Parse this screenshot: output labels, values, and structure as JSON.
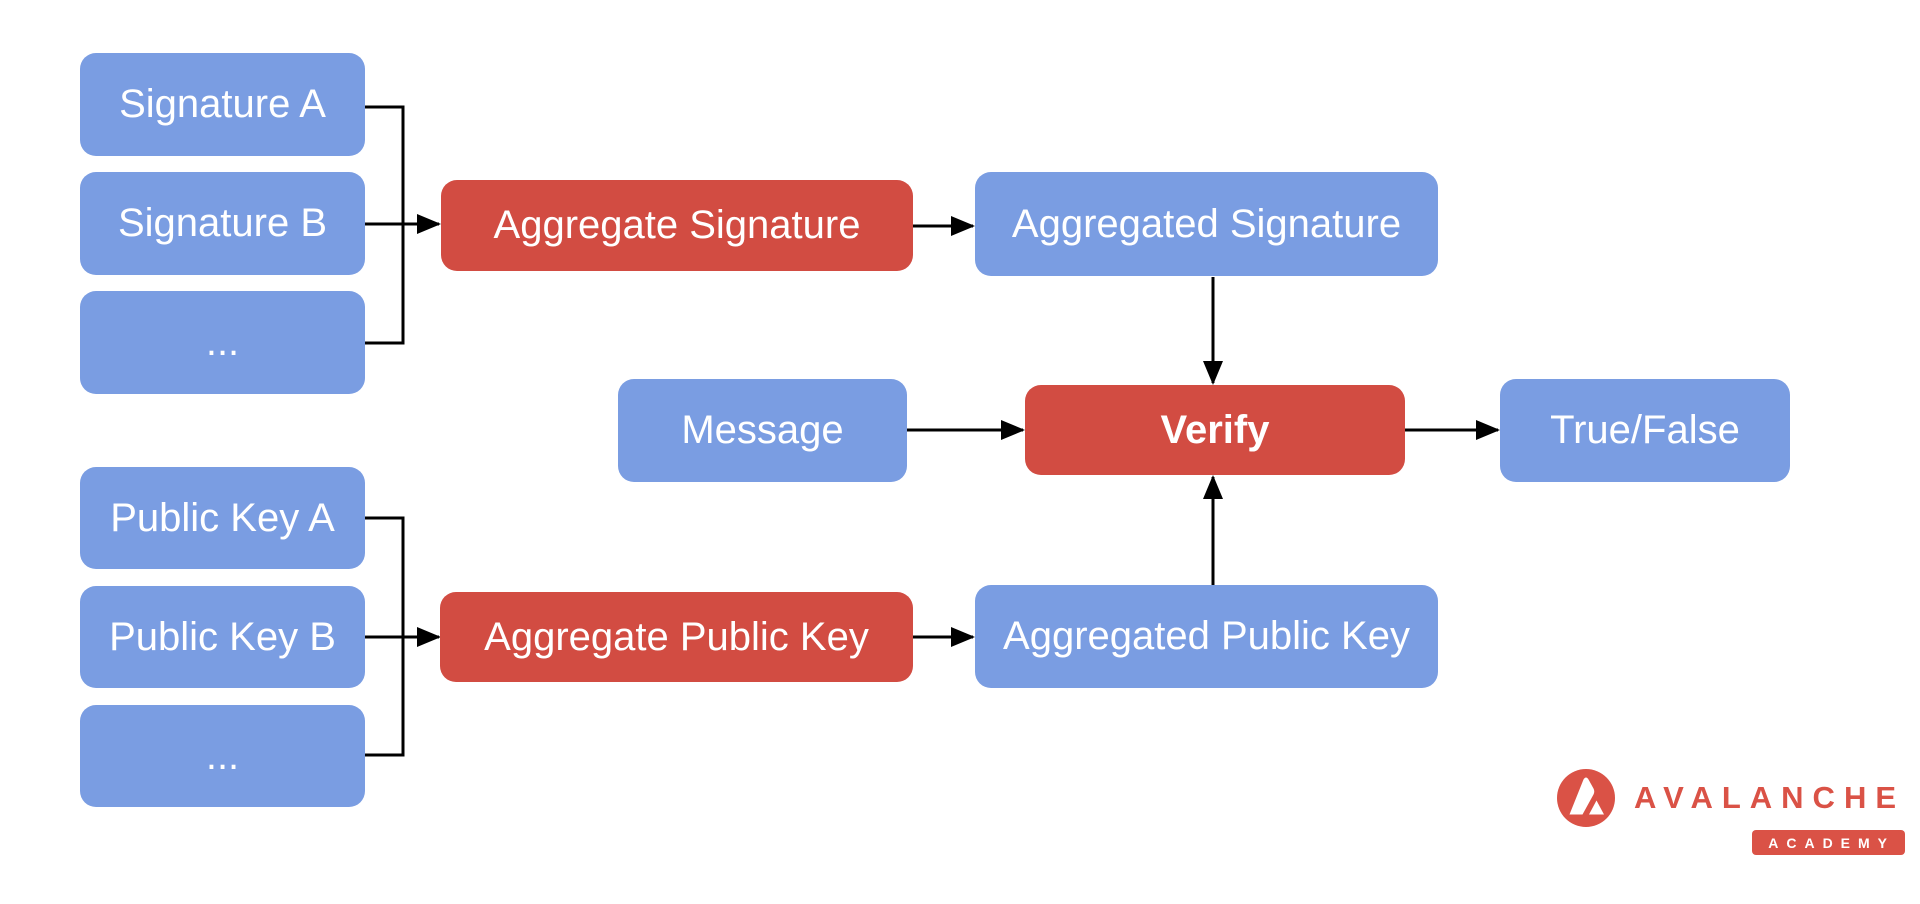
{
  "colors": {
    "canvas_bg": "#ffffff",
    "node_blue": "#7a9de2",
    "node_red": "#d24c42",
    "node_text": "#ffffff",
    "connector": "#000000",
    "logo_red": "#da5246"
  },
  "nodes": {
    "signature_a": {
      "label": "Signature A"
    },
    "signature_b": {
      "label": "Signature B"
    },
    "signature_more": {
      "label": "..."
    },
    "aggregate_signature": {
      "label": "Aggregate Signature"
    },
    "aggregated_signature": {
      "label": "Aggregated Signature"
    },
    "message": {
      "label": "Message"
    },
    "verify": {
      "label": "Verify"
    },
    "true_false": {
      "label": "True/False"
    },
    "public_key_a": {
      "label": "Public Key A"
    },
    "public_key_b": {
      "label": "Public Key B"
    },
    "public_key_more": {
      "label": "..."
    },
    "aggregate_public_key": {
      "label": "Aggregate Public Key"
    },
    "aggregated_public_key": {
      "label": "Aggregated Public Key"
    }
  },
  "logo": {
    "brand": "AVALANCHE",
    "badge": "ACADEMY"
  }
}
